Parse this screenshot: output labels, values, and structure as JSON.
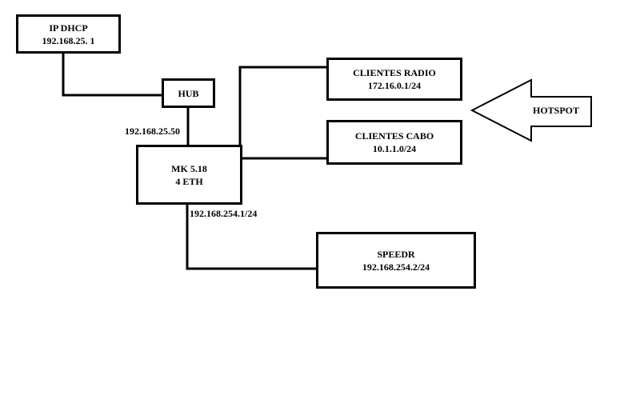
{
  "nodes": {
    "dhcp": {
      "title": "IP DHCP",
      "subtitle": "192.168.25. 1"
    },
    "hub": {
      "title": "HUB"
    },
    "mk": {
      "title": "MK 5.18",
      "subtitle": "4 ETH"
    },
    "clientes_radio": {
      "title": "CLIENTES RADIO",
      "subtitle": "172.16.0.1/24"
    },
    "clientes_cabo": {
      "title": "CLIENTES CABO",
      "subtitle": "10.1.1.0/24"
    },
    "speedr": {
      "title": "SPEEDR",
      "subtitle": "192.168.254.2/24"
    }
  },
  "labels": {
    "mk_wan_ip": "192.168.25.50",
    "mk_lan_ip": "192.168.254.1/24"
  },
  "hotspot": {
    "label": "HOTSPOT"
  },
  "colors": {
    "line": "#000000",
    "background": "#ffffff"
  }
}
